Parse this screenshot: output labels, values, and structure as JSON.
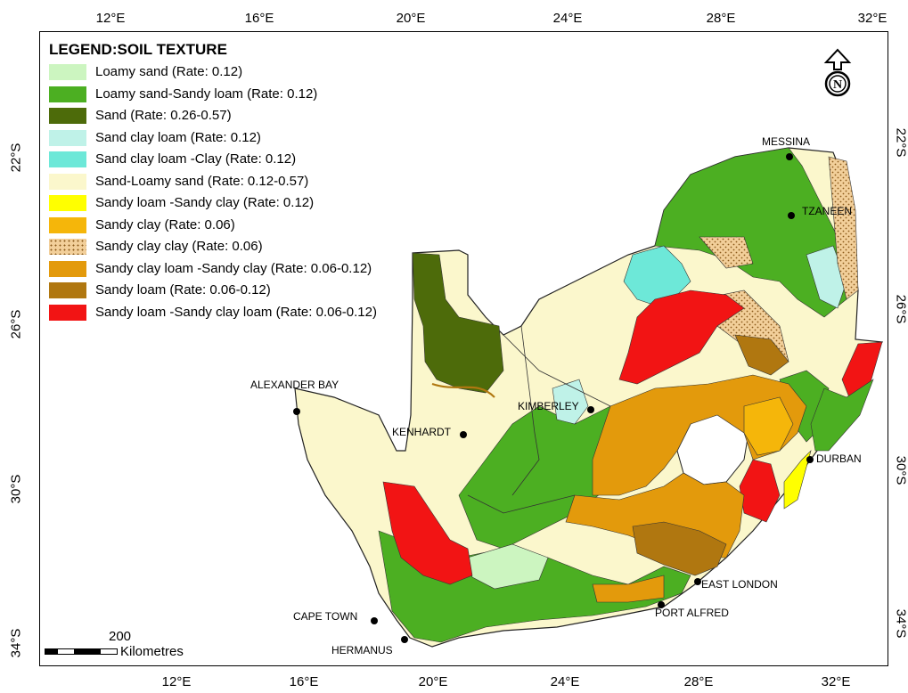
{
  "map": {
    "legend": {
      "title": "LEGEND:SOIL TEXTURE",
      "items": [
        {
          "label": "Loamy sand (Rate: 0.12)",
          "color": "#ccf5c0"
        },
        {
          "label": "Loamy sand-Sandy loam (Rate: 0.12)",
          "color": "#4caf22"
        },
        {
          "label": "Sand (Rate: 0.26-0.57)",
          "color": "#4d6b0a"
        },
        {
          "label": "Sand clay loam (Rate: 0.12)",
          "color": "#bff2e8"
        },
        {
          "label": "Sand clay loam -Clay (Rate: 0.12)",
          "color": "#6de8d8"
        },
        {
          "label": "Sand-Loamy sand (Rate: 0.12-0.57)",
          "color": "#fbf7cc"
        },
        {
          "label": "Sandy  loam -Sandy clay (Rate: 0.12)",
          "color": "#ffff00"
        },
        {
          "label": "Sandy clay (Rate: 0.06)",
          "color": "#f5b60a",
          "pattern": false
        },
        {
          "label": "Sandy clay clay (Rate: 0.06)",
          "color": "#f2cf9a",
          "pattern": true
        },
        {
          "label": "Sandy clay loam -Sandy clay (Rate: 0.06-0.12)",
          "color": "#e39a0c"
        },
        {
          "label": "Sandy loam (Rate: 0.06-0.12)",
          "color": "#b07710"
        },
        {
          "label": "Sandy loam -Sandy clay loam (Rate: 0.06-0.12)",
          "color": "#f21414"
        }
      ]
    },
    "axes": {
      "top": [
        "12°E",
        "16°E",
        "20°E",
        "24°E",
        "28°E",
        "32°E"
      ],
      "bottom": [
        "12°E",
        "16°E",
        "20°E",
        "24°E",
        "28°E",
        "32°E"
      ],
      "left": [
        "22°S",
        "26°S",
        "30°S",
        "34°S"
      ],
      "right": [
        "22°S",
        "26°S",
        "30°S",
        "34°S"
      ]
    },
    "cities": [
      {
        "name": "MESSINA"
      },
      {
        "name": "TZANEEN"
      },
      {
        "name": "ALEXANDER BAY"
      },
      {
        "name": "KIMBERLEY"
      },
      {
        "name": "KENHARDT"
      },
      {
        "name": "DURBAN"
      },
      {
        "name": "EAST LONDON"
      },
      {
        "name": "PORT ALFRED"
      },
      {
        "name": "CAPE TOWN"
      },
      {
        "name": "HERMANUS"
      }
    ],
    "north_arrow": {
      "letter": "N",
      "icon": "north-arrow-icon"
    },
    "scale_bar": {
      "value": "200",
      "unit": "Kilometres"
    }
  }
}
